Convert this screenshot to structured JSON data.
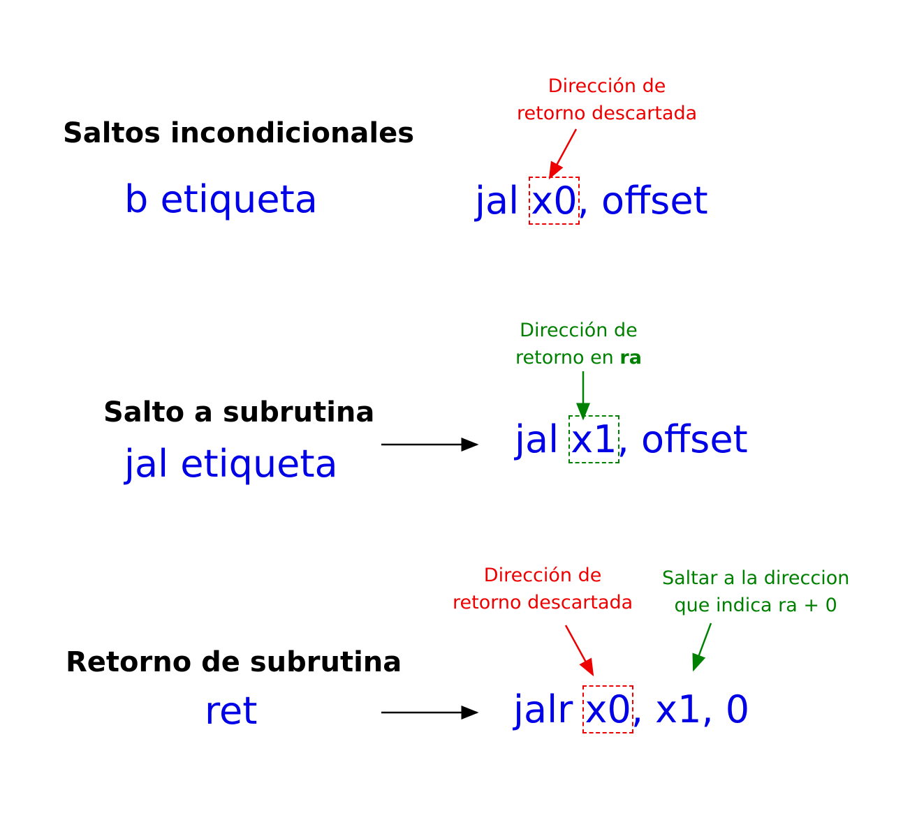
{
  "section1": {
    "heading": "Saltos incondicionales",
    "pseudo": "b etiqueta",
    "instr": {
      "op": "jal",
      "reg": "x0",
      "rest": ", offset"
    },
    "note": {
      "line1": "Dirección de",
      "line2": "retorno descartada"
    }
  },
  "section2": {
    "heading": "Salto a subrutina",
    "pseudo": "jal etiqueta",
    "instr": {
      "op": "jal",
      "reg": "x1",
      "rest": ", offset"
    },
    "note": {
      "line1": "Dirección de",
      "line2_prefix": "retorno en ",
      "line2_bold": "ra"
    }
  },
  "section3": {
    "heading": "Retorno de subrutina",
    "pseudo": "ret",
    "instr": {
      "op": "jalr",
      "reg": "x0",
      "rest": ", x1, 0"
    },
    "note_red": {
      "line1": "Dirección de",
      "line2": "retorno descartada"
    },
    "note_green": {
      "line1": "Saltar a la direccion",
      "line2": "que indica ra + 0"
    }
  },
  "colors": {
    "code": "#0000e6",
    "discarded": "#ee0000",
    "saved": "#008000",
    "heading": "#000000"
  }
}
